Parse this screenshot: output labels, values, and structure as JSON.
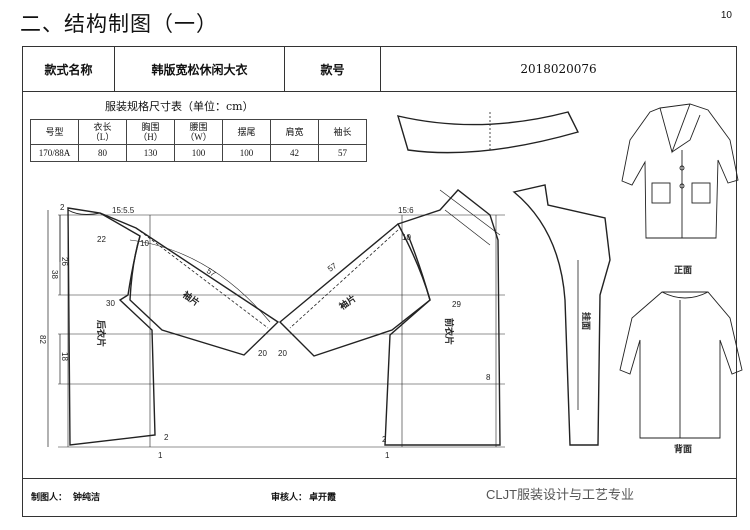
{
  "page": {
    "title": "二、结构制图（一）",
    "page_number": "10"
  },
  "info": {
    "style_name_label": "款式名称",
    "style_name": "韩版宽松休闲大衣",
    "style_no_label": "款号",
    "style_no": "2018020076"
  },
  "spec": {
    "title": "服装规格尺寸表（单位：cm）",
    "headers": [
      "号型",
      "衣长\n（L）",
      "胸围\n（H）",
      "腰围\n（W）",
      "摆尾",
      "肩宽",
      "袖长"
    ],
    "row": [
      "170/88A",
      "80",
      "130",
      "100",
      "100",
      "42",
      "57"
    ]
  },
  "drawing": {
    "shoulder_left": "15:5.5",
    "shoulder_right": "15:6",
    "sleeve_length_left": "57",
    "sleeve_length_right": "57",
    "sleeve_piece": "袖片",
    "back_piece": "后衣片",
    "front_piece": "前衣片",
    "facing": "挂面",
    "dim_82": "82",
    "dim_38": "38",
    "dim_26": "26",
    "dim_18": "18",
    "n2a": "2",
    "n22": "22",
    "n10a": "10",
    "n10b": "10",
    "n30": "30",
    "n29": "29",
    "n20a": "20",
    "n20b": "20",
    "n8": "8",
    "n2b": "2",
    "n2c": "2",
    "n1a": "1",
    "n1b": "1",
    "front_view": "正面",
    "back_view": "背面"
  },
  "footer": {
    "drafter_label": "制图人：",
    "drafter": "钟纯洁",
    "reviewer_label": "审核人：",
    "reviewer": "卓开霞",
    "watermark": "CLJT服装设计与工艺专业"
  }
}
